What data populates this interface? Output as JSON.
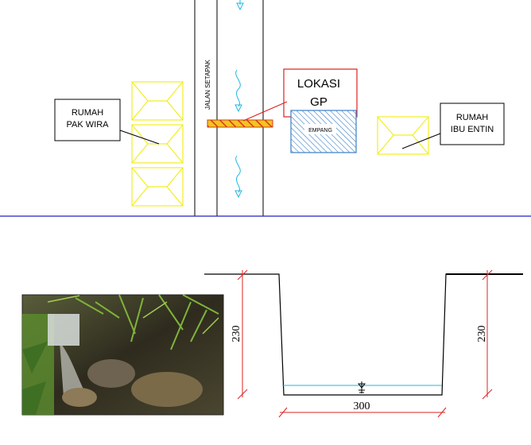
{
  "plan": {
    "path_label": "JALAN SETAPAK",
    "callout_left": {
      "line1": "RUMAH",
      "line2": "PAK WIRA"
    },
    "callout_right": {
      "line1": "RUMAH",
      "line2": "IBU ENTIN"
    },
    "location": {
      "line1": "LOKASI",
      "line2": "GP"
    },
    "pond_label": "EMPANG"
  },
  "section": {
    "depth_left": "230",
    "depth_right": "230",
    "width": "300"
  },
  "colors": {
    "house_outline": "#f2ee22",
    "divider": "#2222cc",
    "callout_red": "#e02020",
    "water_flow": "#22b8e0",
    "pond_hatch": "#3a7fc8",
    "gp_bar_fill": "#f2c61e",
    "gp_bar_stripe": "#d63a1e",
    "dimension_red": "#e02020"
  },
  "photo": {
    "subject": "stream-with-rocks-and-grass"
  }
}
